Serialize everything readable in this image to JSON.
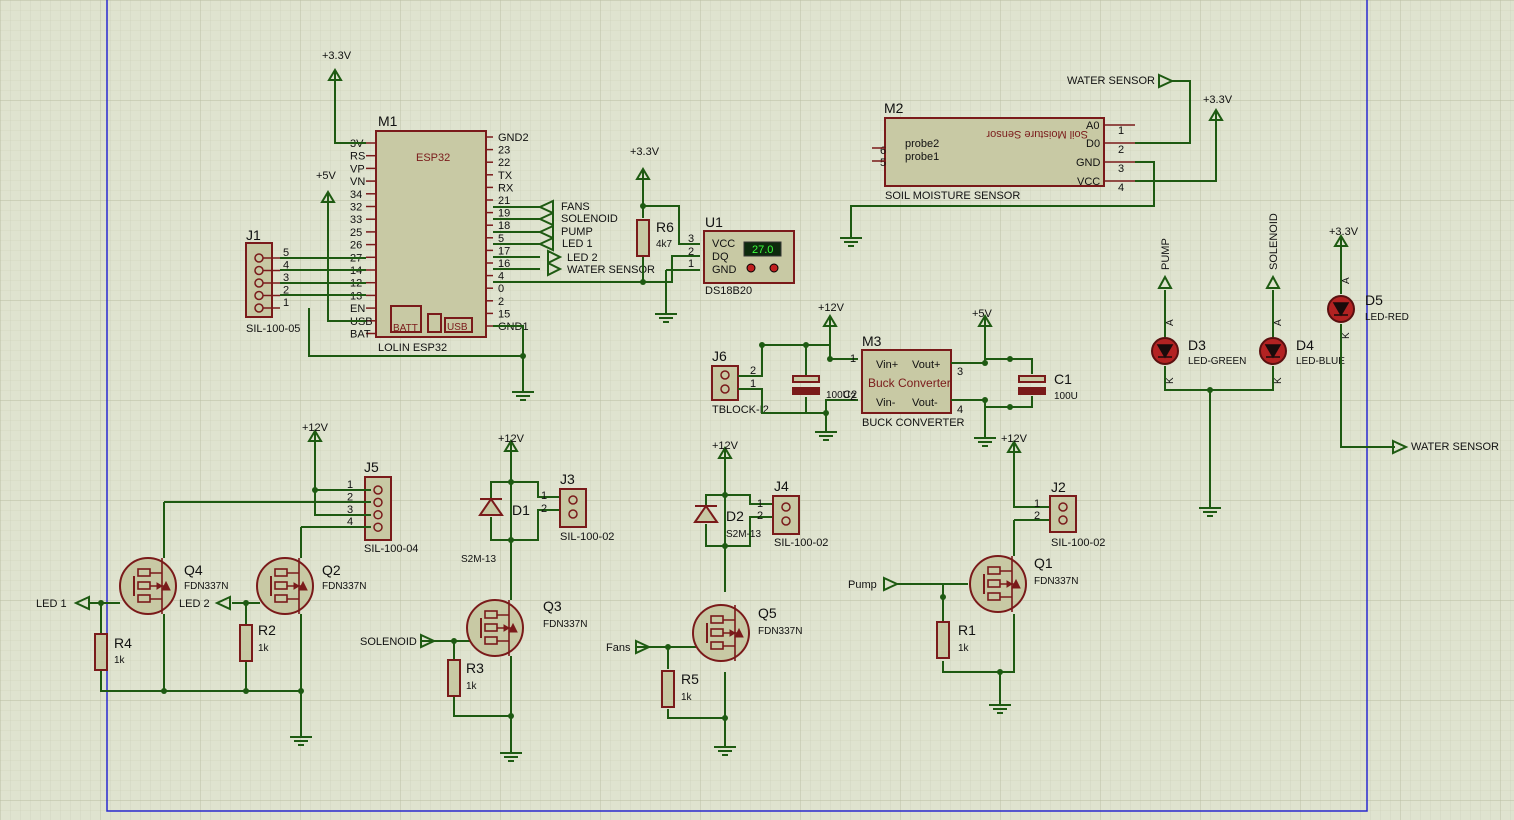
{
  "colors": {
    "background": "#dfe3cf",
    "grid": "#c4c9b0",
    "wire": "#1e5a12",
    "component": "#7a1a1a",
    "fill": "#c8c9a4",
    "border": "#2a2ad0"
  },
  "m1": {
    "ref": "M1",
    "chip": "ESP32",
    "name": "LOLIN ESP32",
    "batt": "BATT",
    "usb": "USB",
    "left_pins": [
      "3V",
      "RS",
      "VP",
      "VN",
      "34",
      "32",
      "33",
      "25",
      "26",
      "27",
      "14",
      "12",
      "13",
      "EN",
      "USB",
      "BAT"
    ],
    "right_pins": [
      "GND2",
      "23",
      "22",
      "TX",
      "RX",
      "21",
      "19",
      "18",
      "5",
      "17",
      "16",
      "4",
      "0",
      "2",
      "15",
      "GND1"
    ]
  },
  "terminals": {
    "fans": "FANS",
    "solenoid": "SOLENOID",
    "pump": "PUMP",
    "led1": "LED 1",
    "led2": "LED 2",
    "water": "WATER SENSOR"
  },
  "power": {
    "v33": "+3.3V",
    "v5": "+5V",
    "v12": "+12V"
  },
  "j1": {
    "ref": "J1",
    "name": "SIL-100-05",
    "pins": [
      "5",
      "4",
      "3",
      "2",
      "1"
    ]
  },
  "r6": {
    "ref": "R6",
    "val": "4k7"
  },
  "u1": {
    "ref": "U1",
    "name": "DS18B20",
    "pins": [
      "VCC",
      "DQ",
      "GND"
    ],
    "pnums": [
      "3",
      "2",
      "1"
    ],
    "reading": "27.0"
  },
  "m2": {
    "ref": "M2",
    "title": "Soil Moisture Sensor",
    "name": "SOIL MOISTURE SENSOR",
    "probes": [
      "probe2",
      "probe1"
    ],
    "probe_nums": [
      "6",
      "5"
    ],
    "pins": [
      "A0",
      "D0",
      "GND",
      "VCC"
    ],
    "pnums": [
      "1",
      "2",
      "3",
      "4"
    ]
  },
  "j6": {
    "ref": "J6",
    "name": "TBLOCK-I2",
    "pins": [
      "2",
      "1"
    ]
  },
  "c2": {
    "ref": "C2",
    "val": "100U"
  },
  "m3": {
    "ref": "M3",
    "title": "Buck Converter",
    "name": "BUCK CONVERTER",
    "pins": [
      "Vin+",
      "Vin-",
      "Vout+",
      "Vout-"
    ],
    "pnums": [
      "1",
      "2",
      "3",
      "4"
    ]
  },
  "c1": {
    "ref": "C1",
    "val": "100U"
  },
  "d3": {
    "ref": "D3",
    "name": "LED-GREEN"
  },
  "d4": {
    "ref": "D4",
    "name": "LED-BLUE"
  },
  "d5": {
    "ref": "D5",
    "name": "LED-RED"
  },
  "diode_pins": {
    "a": "A",
    "k": "K"
  },
  "net_pump": "PUMP",
  "net_solenoid": "SOLENOID",
  "j5": {
    "ref": "J5",
    "name": "SIL-100-04",
    "pins": [
      "1",
      "2",
      "3",
      "4"
    ]
  },
  "q4": {
    "ref": "Q4",
    "val": "FDN337N"
  },
  "q2": {
    "ref": "Q2",
    "val": "FDN337N"
  },
  "q3": {
    "ref": "Q3",
    "val": "FDN337N"
  },
  "q5": {
    "ref": "Q5",
    "val": "FDN337N"
  },
  "q1": {
    "ref": "Q1",
    "val": "FDN337N"
  },
  "r4": {
    "ref": "R4",
    "val": "1k"
  },
  "r2": {
    "ref": "R2",
    "val": "1k"
  },
  "r3": {
    "ref": "R3",
    "val": "1k"
  },
  "r5": {
    "ref": "R5",
    "val": "1k"
  },
  "r1": {
    "ref": "R1",
    "val": "1k"
  },
  "d1": {
    "ref": "D1",
    "val": "S2M-13"
  },
  "d2": {
    "ref": "D2",
    "val": "S2M-13"
  },
  "j3": {
    "ref": "J3",
    "name": "SIL-100-02",
    "pins": [
      "1",
      "2"
    ]
  },
  "j4": {
    "ref": "J4",
    "name": "SIL-100-02",
    "pins": [
      "1",
      "2"
    ]
  },
  "j2": {
    "ref": "J2",
    "name": "SIL-100-02",
    "pins": [
      "1",
      "2"
    ]
  },
  "in_led1": "LED 1",
  "in_led2": "LED 2",
  "in_solenoid": "SOLENOID",
  "in_fans": "Fans",
  "in_pump": "Pump"
}
